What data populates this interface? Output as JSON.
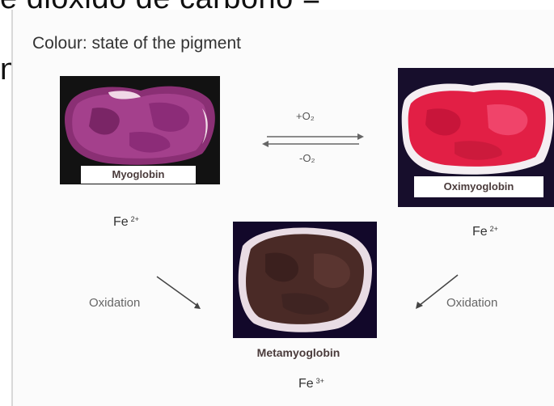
{
  "background_text": {
    "line1": "e dioxido de carbono =",
    "line2": "n"
  },
  "slide": {
    "title": "Colour: state of the pigment",
    "myoglobin": {
      "caption": "Myoglobin",
      "fe": "Fe",
      "charge": "2+"
    },
    "oximyoglobin": {
      "caption": "Oximyoglobin",
      "fe": "Fe",
      "charge": "2+"
    },
    "metamyoglobin": {
      "caption": "Metamyoglobin",
      "fe": "Fe",
      "charge": "3+"
    },
    "equilibrium": {
      "forward": "+O₂",
      "reverse": "-O₂"
    },
    "oxidation_left": "Oxidation",
    "oxidation_right": "Oxidation"
  }
}
